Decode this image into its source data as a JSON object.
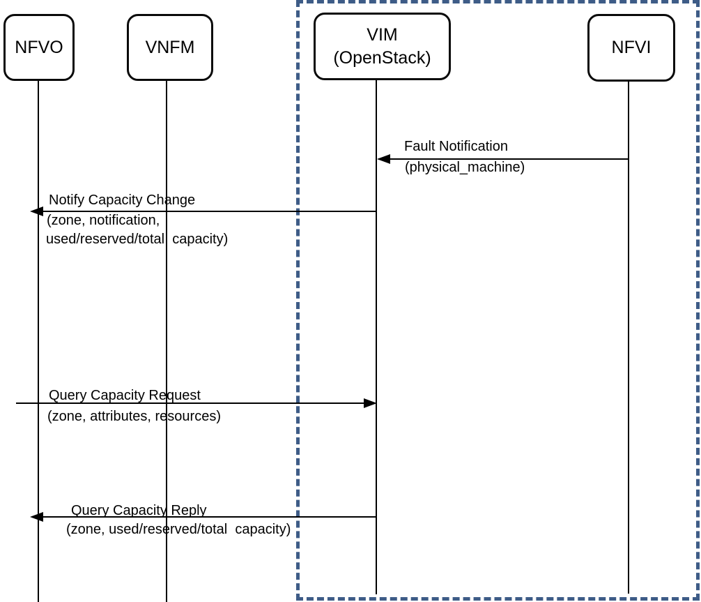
{
  "colors": {
    "boundary_dash": "#3e5c87",
    "stroke": "#000000",
    "background": "#ffffff"
  },
  "actors": [
    {
      "id": "nfvo",
      "label": "NFVO"
    },
    {
      "id": "vnfm",
      "label": "VNFM"
    },
    {
      "id": "vim",
      "label": "VIM",
      "sublabel": "(OpenStack)"
    },
    {
      "id": "nfvi",
      "label": "NFVI"
    }
  ],
  "messages": [
    {
      "id": "fault-notification",
      "from": "NFVI",
      "to": "VIM",
      "direction": "left",
      "lines": [
        "Fault Notification",
        "(physical_machine)"
      ]
    },
    {
      "id": "notify-capacity-change",
      "from": "VIM",
      "to": "NFVO",
      "direction": "left",
      "lines": [
        "Notify Capacity Change",
        "(zone, notification,",
        "used/reserved/total  capacity)"
      ]
    },
    {
      "id": "query-capacity-request",
      "from": "NFVO",
      "to": "VIM",
      "direction": "right",
      "lines": [
        "Query Capacity Request",
        "(zone, attributes, resources)"
      ]
    },
    {
      "id": "query-capacity-reply",
      "from": "VIM",
      "to": "NFVO",
      "direction": "left",
      "lines": [
        "Query Capacity Reply",
        "(zone, used/reserved/total  capacity)"
      ]
    }
  ]
}
